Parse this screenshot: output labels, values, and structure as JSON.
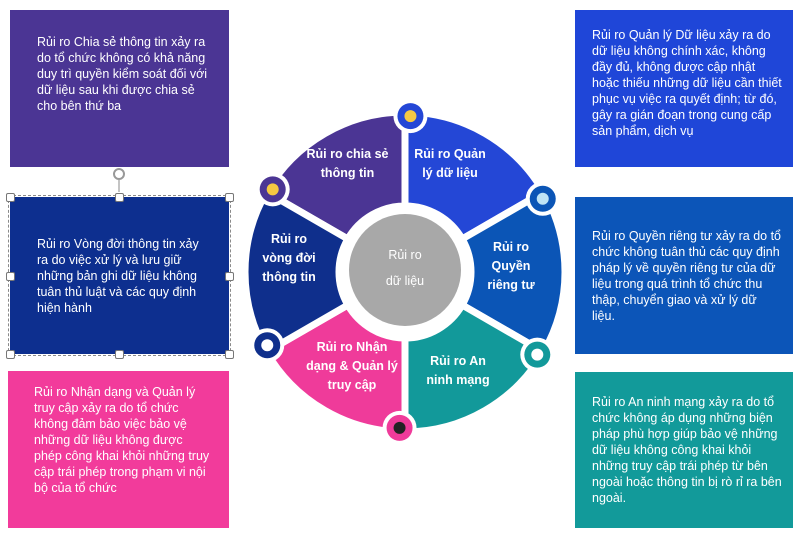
{
  "center": {
    "line1": "Rủi ro",
    "line2": "dữ liệu"
  },
  "colors": {
    "sharing": "#4b3594",
    "data_management": "#2447d6",
    "privacy": "#0b55b6",
    "cybersecurity": "#12999a",
    "identity_access": "#ef3b9a",
    "lifecycle": "#0f2f8c",
    "center": "#a8a8a8"
  },
  "segments": [
    {
      "key": "sharing",
      "label": "Rủi ro chia sẻ thông tin",
      "icon": "share-exchange-icon"
    },
    {
      "key": "data_management",
      "label": "Rủi ro Quản lý dữ liệu",
      "icon": "lightbulb-icon"
    },
    {
      "key": "privacy",
      "label": "Rủi ro Quyền riêng tư",
      "icon": "eye-icon"
    },
    {
      "key": "cybersecurity",
      "label": "Rủi ro An ninh mạng",
      "icon": "tablet-icon"
    },
    {
      "key": "identity_access",
      "label": "Rủi ro Nhận dạng & Quản lý truy cập",
      "icon": "binoculars-icon"
    },
    {
      "key": "lifecycle",
      "label": "Rủi ro vòng đời thông tin",
      "icon": "laptop-icon"
    }
  ],
  "descriptions": {
    "sharing": "Rủi ro Chia sẻ thông tin xảy ra do tổ chức không có khả năng duy trì quyền kiểm soát đối với dữ liệu sau khi được chia sẻ cho bên thứ ba",
    "lifecycle": "Rủi ro Vòng đời thông tin xảy ra do việc xử lý và lưu giữ những bản ghi dữ liệu không tuân thủ luật và các quy định hiện hành",
    "identity_access": "Rủi ro Nhận dạng và Quản lý truy cập xảy ra do tổ chức không đảm bảo việc bảo vệ những dữ liệu không được phép công khai khỏi những truy cập trái phép trong phạm vi nội bộ của tổ chức",
    "data_management": "Rủi ro Quản lý Dữ liệu xảy ra do dữ liệu không chính xác, không đầy đủ, không được cập nhật hoặc thiếu những dữ liệu cần thiết phục vụ việc ra quyết định; từ đó, gây ra gián đoạn trong cung cấp sản phẩm, dịch vụ",
    "privacy": "Rủi ro Quyền riêng tư xảy ra do tổ chức không tuân thủ các quy định pháp lý về quyền riêng tư của dữ liệu trong quá trình tổ chức thu thập, chuyển giao và xử lý dữ liệu.",
    "cybersecurity": "Rủi ro An ninh mạng xảy ra do tổ chức không áp dụng những biện pháp phù hợp giúp bảo vệ những dữ liệu không công khai khỏi những truy cập trái phép từ bên ngoài hoặc thông tin bị rò rỉ ra bên ngoài."
  }
}
